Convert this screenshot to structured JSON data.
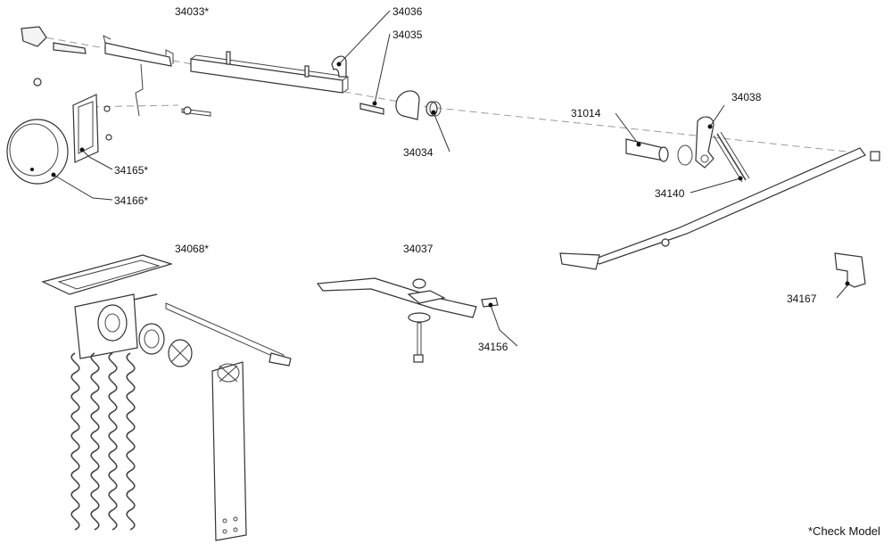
{
  "part_labels": {
    "p34033": "34033*",
    "p34036": "34036",
    "p34035": "34035",
    "p34038": "34038",
    "p31014": "31014",
    "p34034": "34034",
    "p34165": "34165*",
    "p34166": "34166*",
    "p34140": "34140",
    "p34068": "34068*",
    "p34037": "34037",
    "p34156": "34156",
    "p34167": "34167"
  },
  "footnote": "*Check Model"
}
